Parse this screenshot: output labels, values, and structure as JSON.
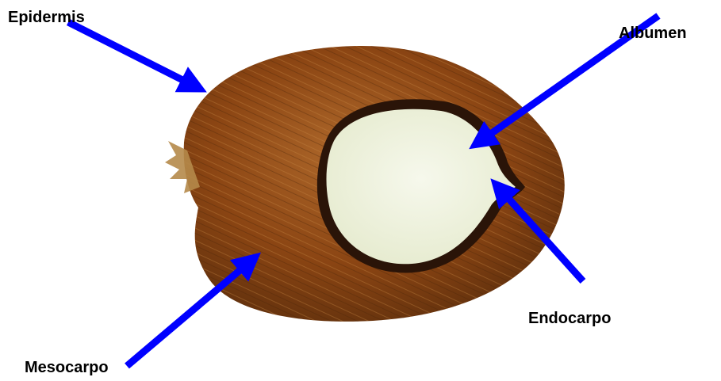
{
  "labels": {
    "epidermis": "Epidermis",
    "albumen": "Albumen",
    "endocarpo": "Endocarpo",
    "mesocarpo": "Mesocarpo"
  },
  "colors": {
    "arrow": "#0000ff",
    "husk": "#8b4513",
    "husk_dark": "#5a2d0c",
    "meat": "#f2f5e6",
    "shell": "#2a1408",
    "text": "#000000"
  },
  "icons": {
    "arrow": "blue-arrow-icon"
  }
}
